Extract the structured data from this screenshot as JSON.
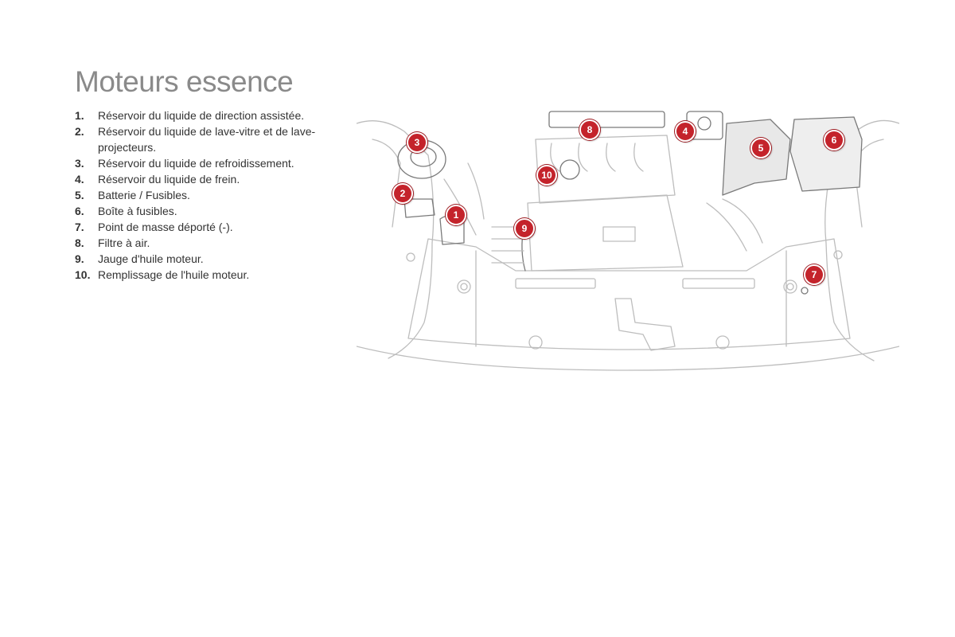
{
  "page": {
    "title": "Moteurs essence"
  },
  "legend": [
    {
      "num": "1.",
      "text": "Réservoir du liquide de direction assistée."
    },
    {
      "num": "2.",
      "text": "Réservoir du liquide de lave-vitre et de lave-projecteurs."
    },
    {
      "num": "3.",
      "text": "Réservoir du liquide de refroidissement."
    },
    {
      "num": "4.",
      "text": "Réservoir du liquide de frein."
    },
    {
      "num": "5.",
      "text": "Batterie / Fusibles."
    },
    {
      "num": "6.",
      "text": "Boîte à fusibles."
    },
    {
      "num": "7.",
      "text": "Point de masse déporté (-)."
    },
    {
      "num": "8.",
      "text": "Filtre à air."
    },
    {
      "num": "9.",
      "text": "Jauge d'huile moteur."
    },
    {
      "num": "10.",
      "text": "Remplissage de l'huile moteur."
    }
  ],
  "callouts": {
    "c1": "1",
    "c2": "2",
    "c3": "3",
    "c4": "4",
    "c5": "5",
    "c6": "6",
    "c7": "7",
    "c8": "8",
    "c9": "9",
    "c10": "10"
  },
  "colors": {
    "callout_red": "#c4232b",
    "drawing_line": "#bdbdbd",
    "drawing_dark": "#7a7a7a",
    "title_grey": "#8a8a8a"
  }
}
